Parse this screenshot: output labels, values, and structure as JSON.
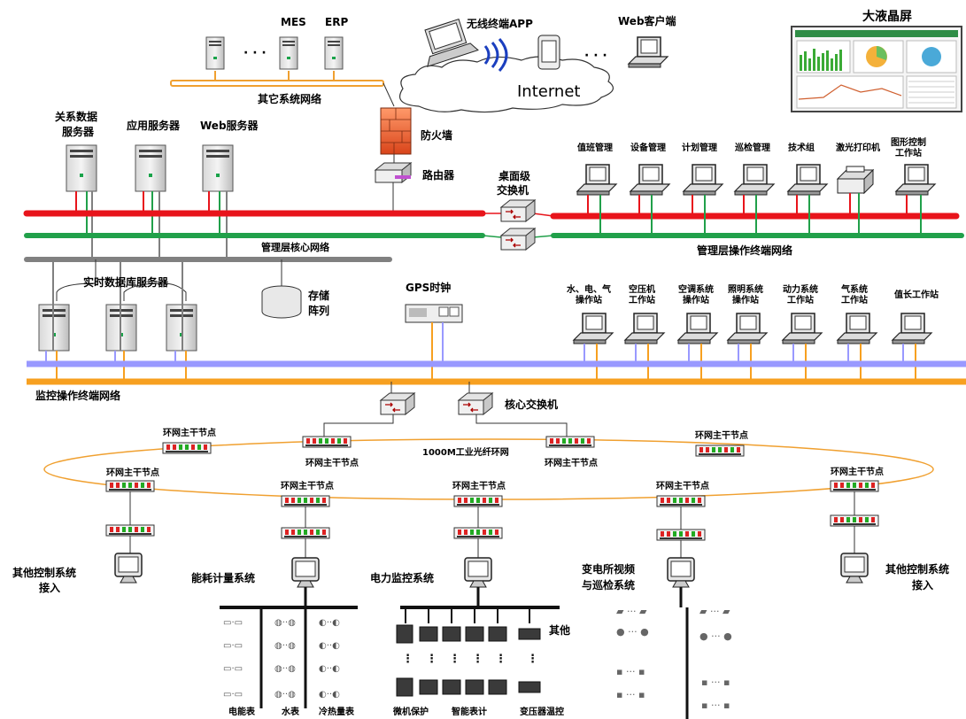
{
  "labels": {
    "mes": "MES",
    "erp": "ERP",
    "wireless_app": "无线终端APP",
    "web_client": "Web客户端",
    "big_screen": "大液晶屏",
    "internet": "Internet",
    "other_system_network": "其它系统网络",
    "relational_db_server_1": "关系数据",
    "relational_db_server_2": "服务器",
    "app_server": "应用服务器",
    "web_server": "Web服务器",
    "firewall": "防火墙",
    "router": "路由器",
    "desktop_switch_1": "桌面级",
    "desktop_switch_2": "交换机",
    "mgmt_core_network": "管理层核心网络",
    "mgmt_terminal_network": "管理层操作终端网络",
    "realtime_db_server": "实时数据库服务器",
    "storage_1": "存储",
    "storage_2": "阵列",
    "gps_clock": "GPS时钟",
    "monitor_terminal_network": "监控操作终端网络",
    "core_switch": "核心交换机",
    "fiber_ring": "1000M工业光纤环网",
    "ring_node": "环网主干节点",
    "other_control_left_1": "其他控制系统",
    "other_control_left_2": "接入",
    "other_control_right_1": "其他控制系统",
    "other_control_right_2": "接入",
    "energy_metering": "能耗计量系统",
    "power_monitoring": "电力监控系统",
    "substation_video_1": "变电所视频",
    "substation_video_2": "与巡检系统",
    "other": "其他",
    "electric_meter": "电能表",
    "water_meter": "水表",
    "heat_meter": "冷热量表",
    "relay_protection": "微机保护",
    "smart_meter": "智能表计",
    "transformer_temp": "变压器温控"
  },
  "mgmt_workstations": [
    {
      "label": "值班管理"
    },
    {
      "label": "设备管理"
    },
    {
      "label": "计划管理"
    },
    {
      "label": "巡检管理"
    },
    {
      "label": "技术组"
    },
    {
      "label": "激光打印机"
    },
    {
      "label": "图形控制\n工作站"
    }
  ],
  "monitor_workstations": [
    {
      "label": "水、电、气\n操作站"
    },
    {
      "label": "空压机\n工作站"
    },
    {
      "label": "空调系统\n操作站"
    },
    {
      "label": "照明系统\n操作站"
    },
    {
      "label": "动力系统\n工作站"
    },
    {
      "label": "气系统\n工作站"
    },
    {
      "label": "值长工作站"
    }
  ],
  "colors": {
    "red_bus": "#e8141b",
    "green_bus": "#21a04a",
    "gray_bus": "#808080",
    "blue_bus": "#9999ff",
    "orange_bus": "#f7a020",
    "ring": "#f0a030"
  }
}
